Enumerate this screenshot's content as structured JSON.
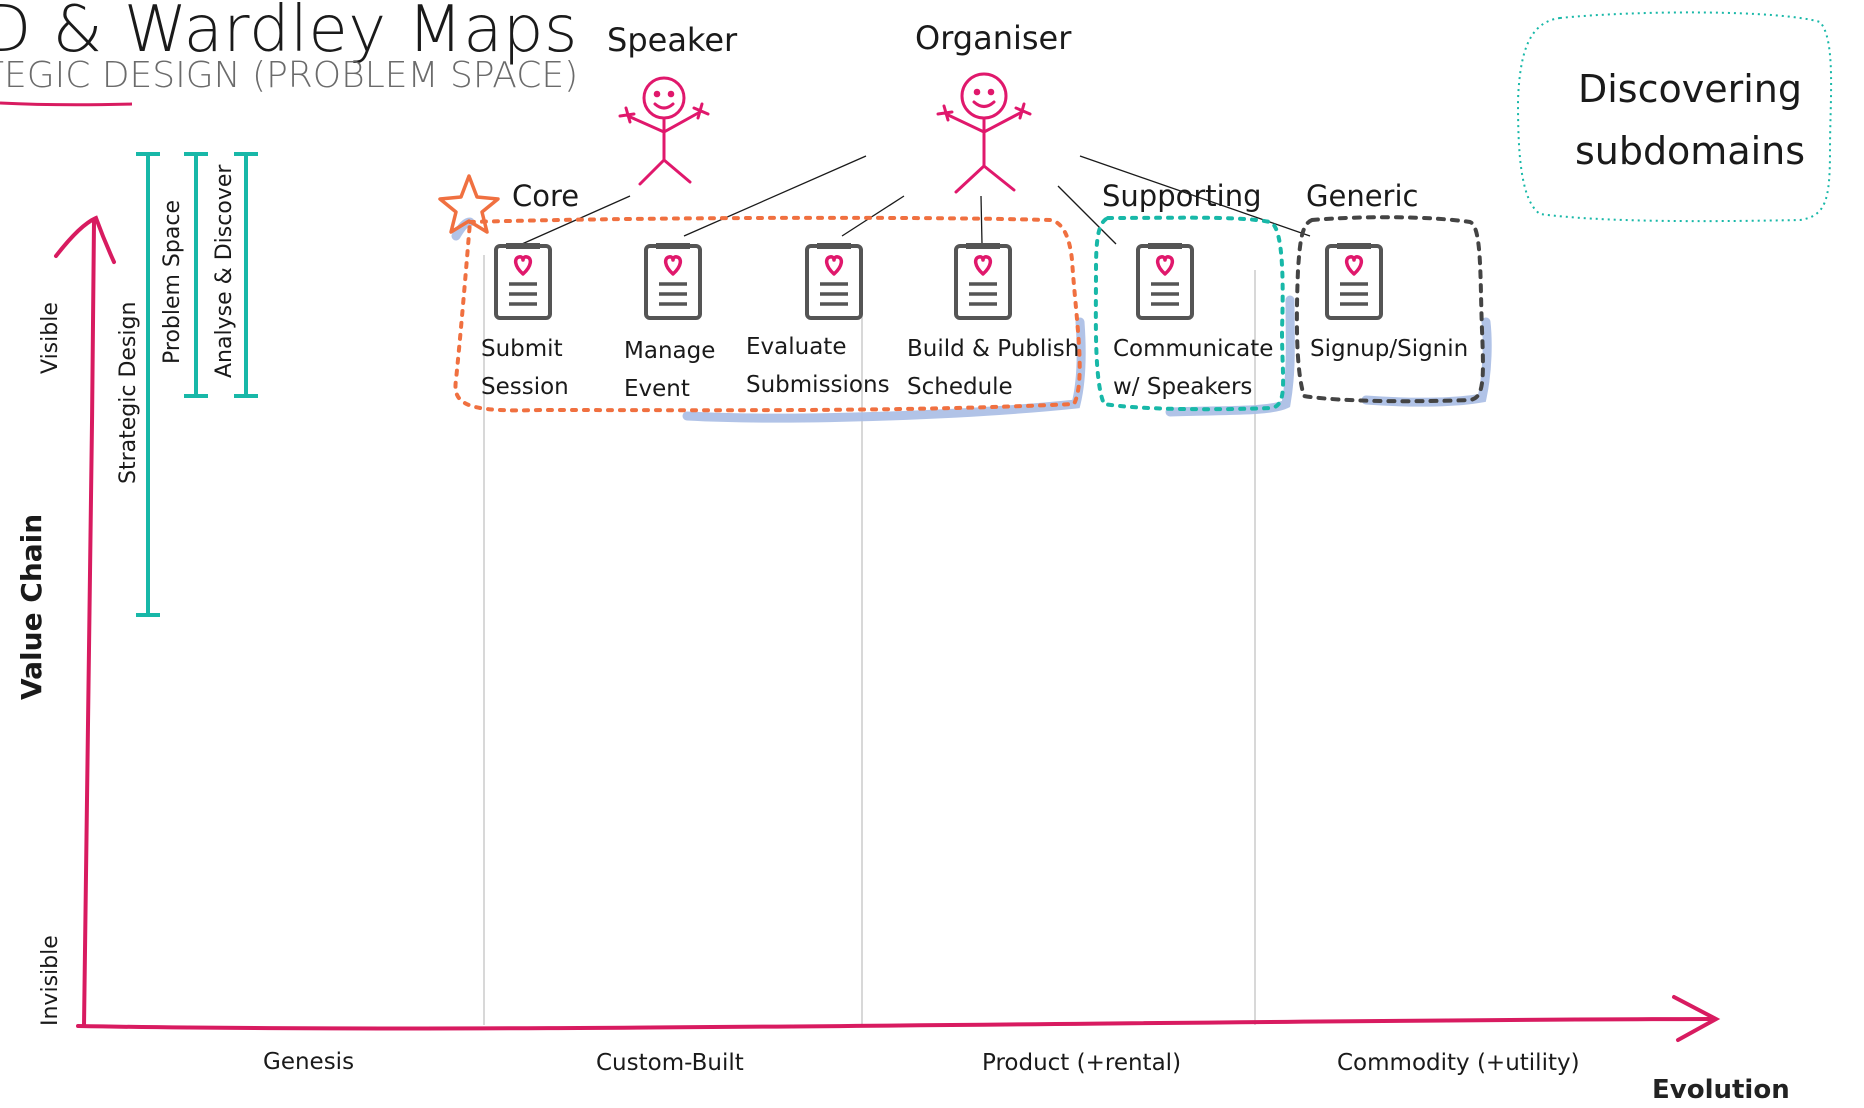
{
  "title": "D & Wardley Maps",
  "subtitle": "TEGIC DESIGN (PROBLEM SPACE)",
  "note": "Discovering\nsubdomains",
  "actors": [
    "Speaker",
    "Organiser"
  ],
  "subdomain_types": {
    "core": "Core",
    "supporting": "Supporting",
    "generic": "Generic"
  },
  "components": [
    {
      "label": "Submit\nSession",
      "group": "core"
    },
    {
      "label": "Manage\nEvent",
      "group": "core"
    },
    {
      "label": "Evaluate\nSubmissions",
      "group": "core"
    },
    {
      "label": "Build & Publish\nSchedule",
      "group": "core"
    },
    {
      "label": "Communicate\nw/ Speakers",
      "group": "supporting"
    },
    {
      "label": "Signup/Signin",
      "group": "generic"
    }
  ],
  "y_axis": {
    "label": "Value Chain",
    "top": "Visible",
    "bottom": "Invisible"
  },
  "x_axis": {
    "label": "Evolution",
    "stages": [
      "Genesis",
      "Custom-Built",
      "Product (+rental)",
      "Commodity (+utility)"
    ]
  },
  "brackets": [
    "Strategic Design",
    "Problem Space",
    "Analyse & Discover"
  ],
  "colors": {
    "axis": "#d81b60",
    "actor": "#e0186c",
    "core": "#f07040",
    "supporting": "#18b8a8",
    "generic": "#444444",
    "highlight": "#a8bce4",
    "bracket": "#18b8a8",
    "star": "#f07040"
  }
}
